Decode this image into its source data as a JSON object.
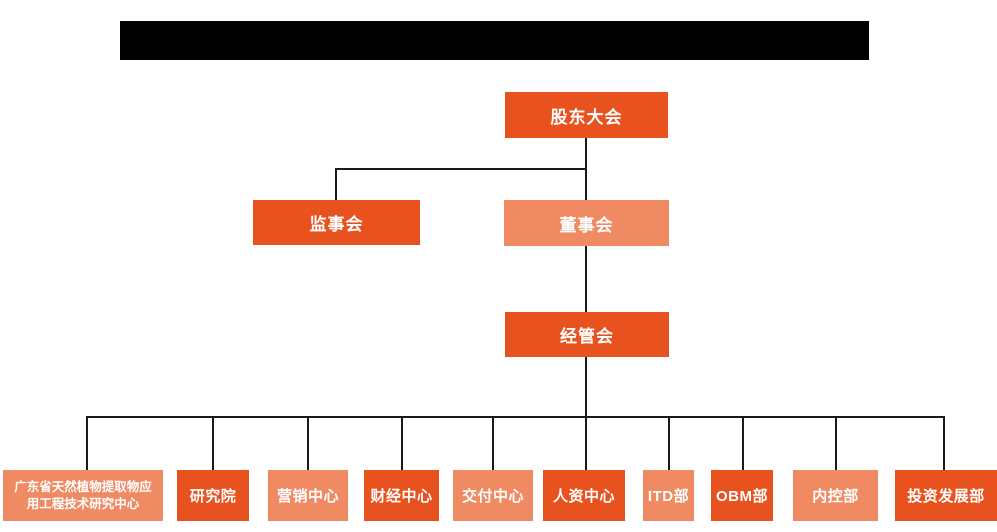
{
  "colors": {
    "primary_orange": "#e8521f",
    "secondary_salmon": "#f08a63",
    "connector_line": "#1a1a1a",
    "box_text": "#ffffff",
    "redaction_bar": "#000000",
    "background": "#ffffff"
  },
  "nodes": {
    "shareholders": {
      "label": "股东大会",
      "variant": "primary"
    },
    "supervisors": {
      "label": "监事会",
      "variant": "primary"
    },
    "directors": {
      "label": "董事会",
      "variant": "secondary"
    },
    "management": {
      "label": "经管会",
      "variant": "primary"
    }
  },
  "departments": [
    {
      "label": "广东省天然植物提取物应用工程技术研究中心",
      "variant": "secondary"
    },
    {
      "label": "研究院",
      "variant": "primary"
    },
    {
      "label": "营销中心",
      "variant": "secondary"
    },
    {
      "label": "财经中心",
      "variant": "primary"
    },
    {
      "label": "交付中心",
      "variant": "secondary"
    },
    {
      "label": "人资中心",
      "variant": "primary"
    },
    {
      "label": "ITD部",
      "variant": "secondary"
    },
    {
      "label": "OBM部",
      "variant": "primary"
    },
    {
      "label": "内控部",
      "variant": "secondary"
    },
    {
      "label": "投资发展部",
      "variant": "primary"
    }
  ],
  "hierarchy": {
    "root": "股东大会",
    "children_of_root": [
      "监事会",
      "董事会"
    ],
    "child_of_directors": "经管会",
    "children_of_management": [
      "广东省天然植物提取物应用工程技术研究中心",
      "研究院",
      "营销中心",
      "财经中心",
      "交付中心",
      "人资中心",
      "ITD部",
      "OBM部",
      "内控部",
      "投资发展部"
    ]
  }
}
